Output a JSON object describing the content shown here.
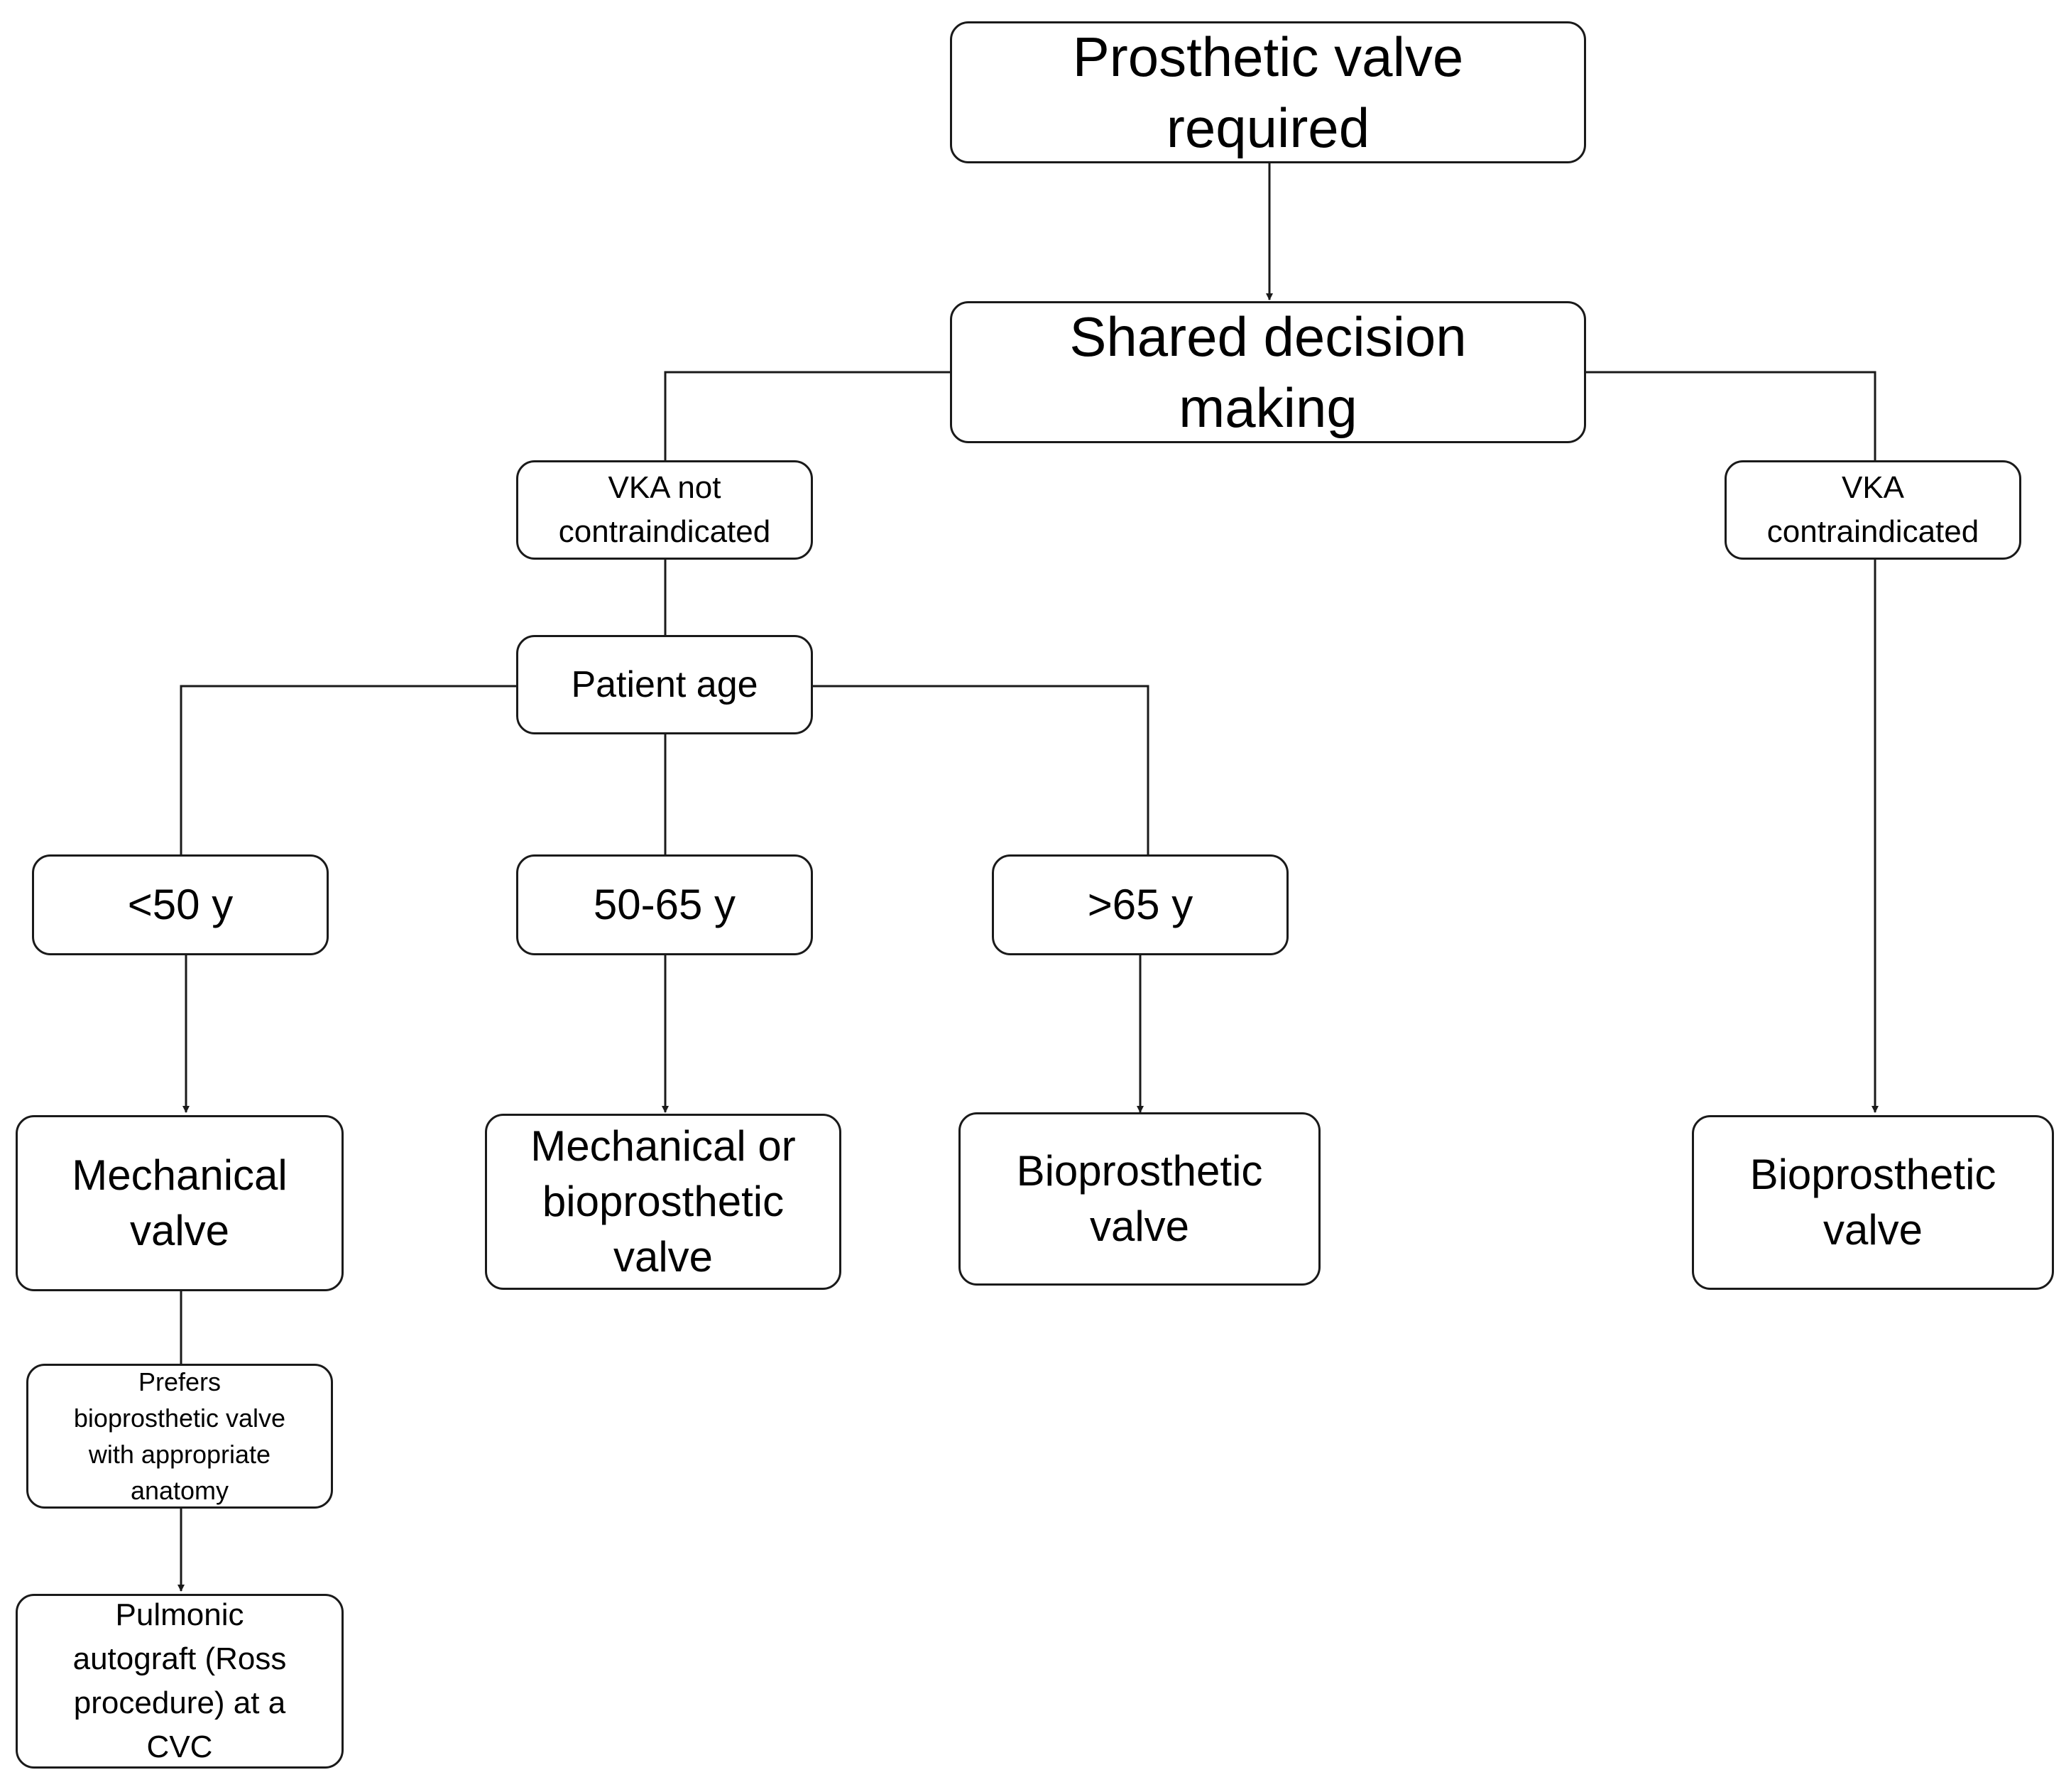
{
  "nodes": {
    "prosthetic": "Prosthetic valve\nrequired",
    "shared": "Shared decision\nmaking",
    "vka_not": "VKA not\ncontraindicated",
    "vka_contra": "VKA\ncontraindicated",
    "age": "Patient age",
    "lt50": "<50 y",
    "mid": "50-65 y",
    "gt65": ">65 y",
    "mechanical": "Mechanical\nvalve",
    "mech_or_bio": "Mechanical or\nbioprosthetic\nvalve",
    "bio_mid": "Bioprosthetic\nvalve",
    "bio_right": "Bioprosthetic\nvalve",
    "prefers": "Prefers\nbioprosthetic valve\nwith appropriate\nanatomy",
    "ross": "Pulmonic\nautograft (Ross\nprocedure) at a\nCVC"
  }
}
